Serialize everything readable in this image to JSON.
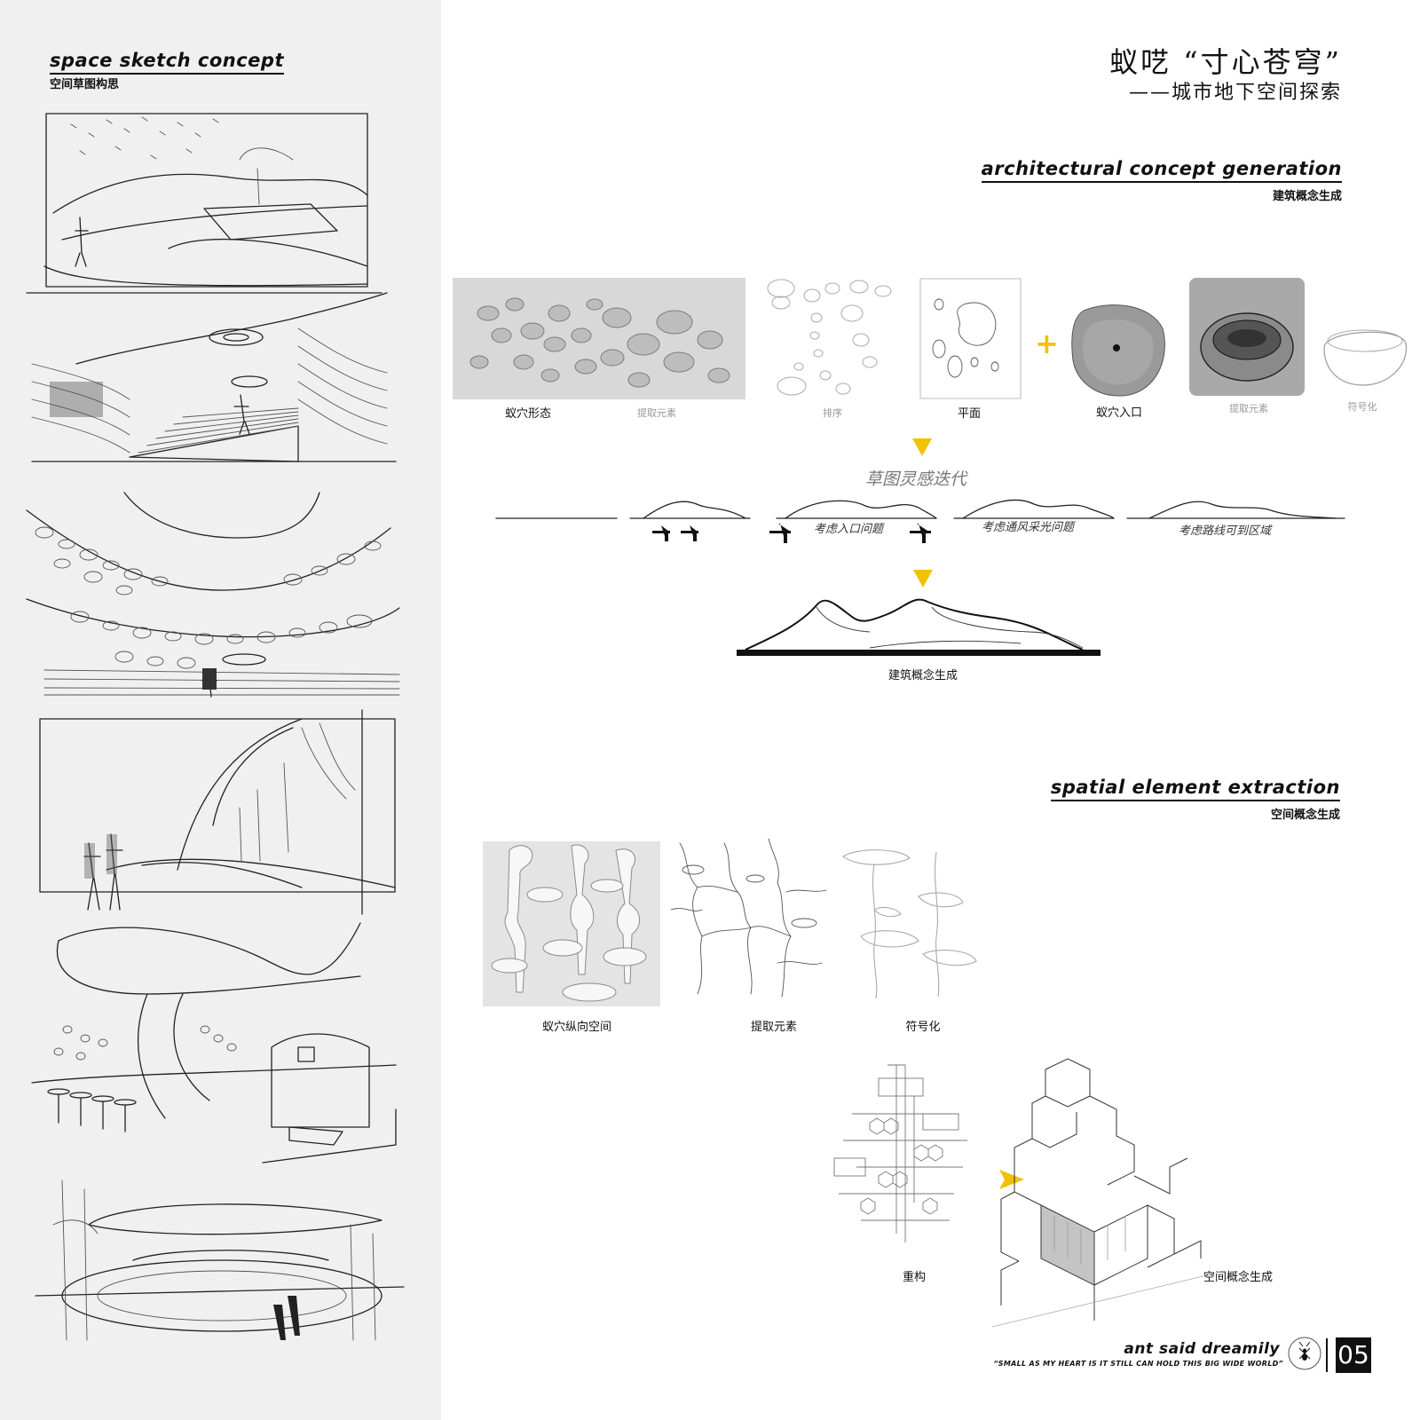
{
  "left": {
    "heading_en": "space sketch concept",
    "heading_cn": "空间草图构思"
  },
  "title": {
    "line1": "蚁呓 “寸心苍穹”",
    "line2": "——城市地下空间探索"
  },
  "section1": {
    "heading_en": "architectural concept generation",
    "heading_cn": "建筑概念生成",
    "captions": {
      "c1": "蚁穴形态",
      "c2": "提取元素",
      "c3": "排序",
      "c4": "平面",
      "c5": "蚁穴入口",
      "c6": "提取元素",
      "c7": "符号化"
    },
    "plus_sign": "+",
    "iteration_note": "草图灵感迭代",
    "profile_notes": {
      "n1": "考虑入口问题",
      "n2": "考虑通风采光问题",
      "n3": "考虑路线可到区域"
    },
    "final_caption": "建筑概念生成"
  },
  "section2": {
    "heading_en": "spatial element extraction",
    "heading_cn": "空间概念生成",
    "captions": {
      "c1": "蚁穴纵向空间",
      "c2": "提取元素",
      "c3": "符号化",
      "c4": "重构",
      "c5": "空间概念生成"
    }
  },
  "footer": {
    "brand": "ant said dreamily",
    "tagline": "“SMALL AS MY HEART IS IT STILL CAN HOLD THIS BIG WIDE WORLD”",
    "page_number": "05"
  },
  "colors": {
    "accent": "#f2c200",
    "left_panel": "#f0f0f0",
    "ink": "#111111"
  }
}
